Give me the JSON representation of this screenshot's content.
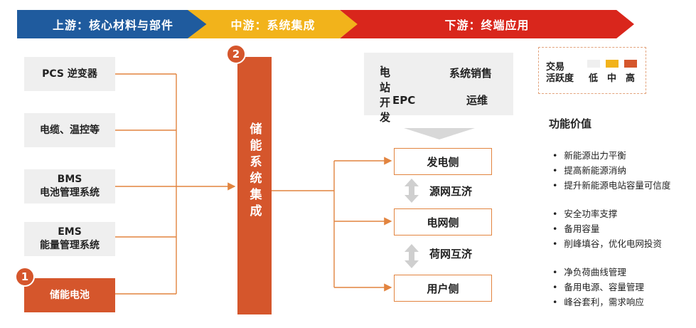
{
  "header": {
    "upstream": "上游：核心材料与部件",
    "midstream": "中游：系统集成",
    "downstream": "下游：终端应用"
  },
  "upstream_items": [
    [
      "PCS 逆变器"
    ],
    [
      "电缆、温控等"
    ],
    [
      "BMS",
      "电池管理系统"
    ],
    [
      "EMS",
      "能量管理系统"
    ],
    [
      "储能电池"
    ]
  ],
  "badges": {
    "battery": "1",
    "integration": "2"
  },
  "integration": {
    "label": "储能系统集成"
  },
  "business": {
    "station_dev": "电站开发",
    "station_dev_note": "1",
    "system_sales": "系统销售",
    "epc": "EPC",
    "operations": "运维"
  },
  "sides": {
    "generation": "发电侧",
    "grid": "电网侧",
    "user": "用户侧",
    "source_grid": "源网互济",
    "load_grid": "荷网互济"
  },
  "legend": {
    "label_line1": "交易",
    "label_line2": "活跃度",
    "low": "低",
    "mid": "中",
    "high": "高",
    "colors": {
      "low": "#efefef",
      "mid": "#f2b31b",
      "high": "#d5562c"
    }
  },
  "function": {
    "title": "功能价值",
    "groups": [
      [
        "新能源出力平衡",
        "提高新能源消纳",
        "提升新能源电站容量可信度"
      ],
      [
        "安全功率支撑",
        "备用容量",
        "削峰填谷，优化电网投资"
      ],
      [
        "净负荷曲线管理",
        "备用电源、容量管理",
        "峰谷套利，需求响应"
      ]
    ]
  },
  "colors": {
    "blue": "#1f5b9e",
    "yellow": "#f2b31b",
    "red": "#d9261c",
    "orange": "#d5562c",
    "line": "#e2843f",
    "gray": "#efefef"
  }
}
